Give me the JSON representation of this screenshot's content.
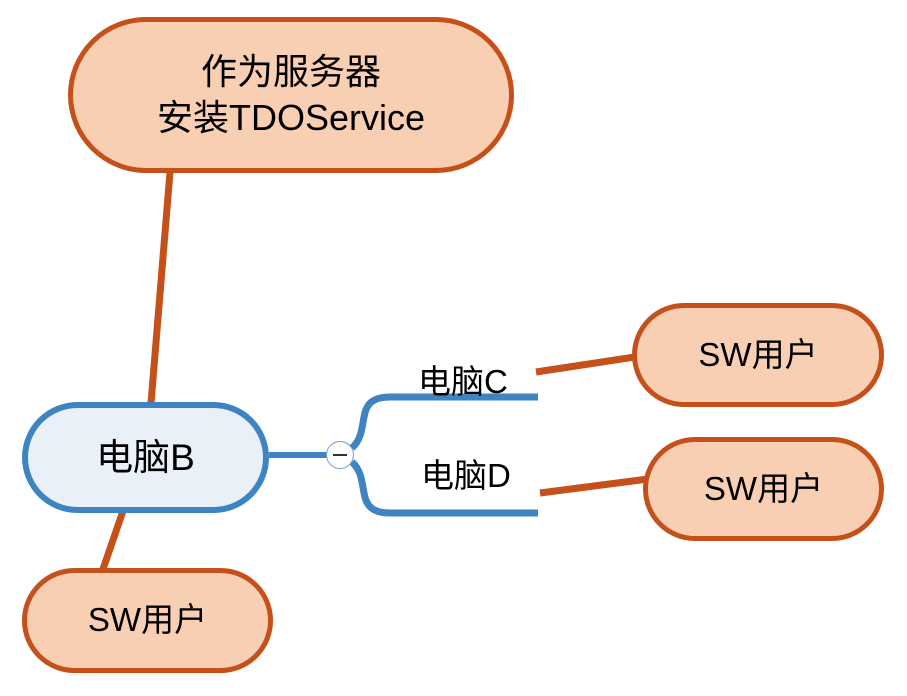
{
  "diagram": {
    "type": "mind-map",
    "colors": {
      "node_fill_orange": "#f9cfb4",
      "node_border_orange": "#c5501a",
      "node_fill_blue": "#e9f0f8",
      "node_border_blue": "#3f84c2",
      "edge_orange": "#c5501a",
      "edge_blue": "#3f84c2",
      "text": "#000000",
      "background": "#ffffff"
    },
    "nodes": {
      "server": {
        "label": "作为服务器\n安装TDOService"
      },
      "computer_b": {
        "label": "电脑B"
      },
      "sw_user_bottom": {
        "label": "SW用户"
      },
      "sw_user_c": {
        "label": "SW用户"
      },
      "sw_user_d": {
        "label": "SW用户"
      }
    },
    "branch_labels": {
      "computer_c": "电脑C",
      "computer_d": "电脑D"
    },
    "toggle": {
      "state": "expanded",
      "glyph": "−"
    }
  }
}
